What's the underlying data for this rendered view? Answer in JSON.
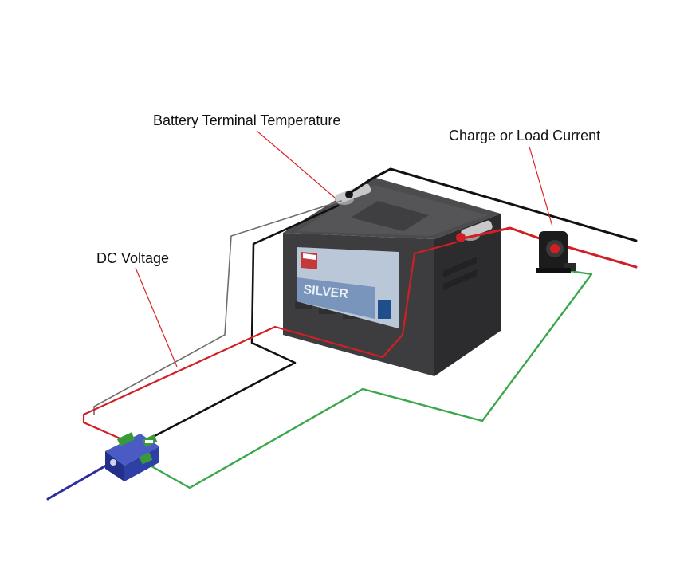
{
  "labels": {
    "terminal_temperature": "Battery Terminal Temperature",
    "charge_load_current": "Charge or Load Current",
    "dc_voltage": "DC Voltage"
  },
  "battery": {
    "brand_text": "SILVER"
  },
  "colors": {
    "background": "#ffffff",
    "leader_line": "#d9262a",
    "wire_black": "#111111",
    "wire_red": "#d11f26",
    "wire_green": "#3aa84a",
    "wire_gray": "#6e6e6e",
    "wire_blue": "#2c2f9a",
    "battery_body": "#3b3b3d",
    "battery_top": "#4a4a4c",
    "label_panel": "#b9c7d8",
    "module_blue": "#2e3fa6",
    "connector_green": "#3a9a3a",
    "current_sensor": "#1c1c1c"
  },
  "icons": {
    "battery": "car-battery-icon",
    "module": "data-logger-module-icon",
    "sensor": "current-sensor-icon"
  }
}
